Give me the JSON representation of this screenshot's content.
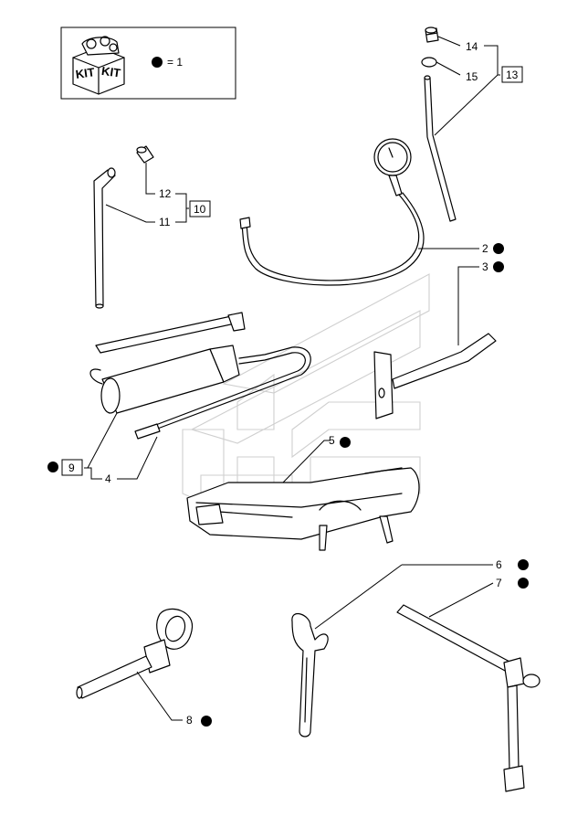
{
  "kit_legend": {
    "kit_text_left": "KIT",
    "kit_text_right": "KIT",
    "equals_text": "= 1"
  },
  "callouts": {
    "c2": "2",
    "c3": "3",
    "c4": "4",
    "c5": "5",
    "c6": "6",
    "c7": "7",
    "c8": "8",
    "c9": "9",
    "c10": "10",
    "c11": "11",
    "c12": "12",
    "c13": "13",
    "c14": "14",
    "c15": "15"
  }
}
